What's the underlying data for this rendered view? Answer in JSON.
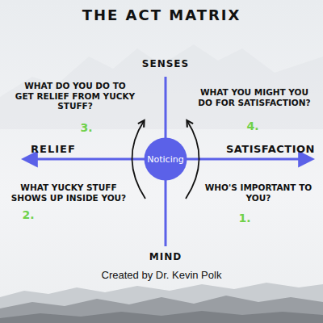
{
  "diagram": {
    "title": "THE ACT MATRIX",
    "caption": "Created by Dr. Kevin Polk",
    "nodes": [
      {
        "text": [
          "Noticing"
        ]
      }
    ],
    "labels": [
      "SENSES",
      "WHAT DO YOU DO TO GET RELIEF FROM YUCKY STUFF?",
      "3.",
      "WHAT YOU MIGHT YOU DO FOR SATISFACTION?",
      "4.",
      "RELIEF",
      "SATISFACTION",
      "WHAT YUCKY STUFF SHOWS UP INSIDE YOU?",
      "2.",
      "WHO'S IMPORTANT TO YOU?",
      "1.",
      "MIND"
    ]
  }
}
